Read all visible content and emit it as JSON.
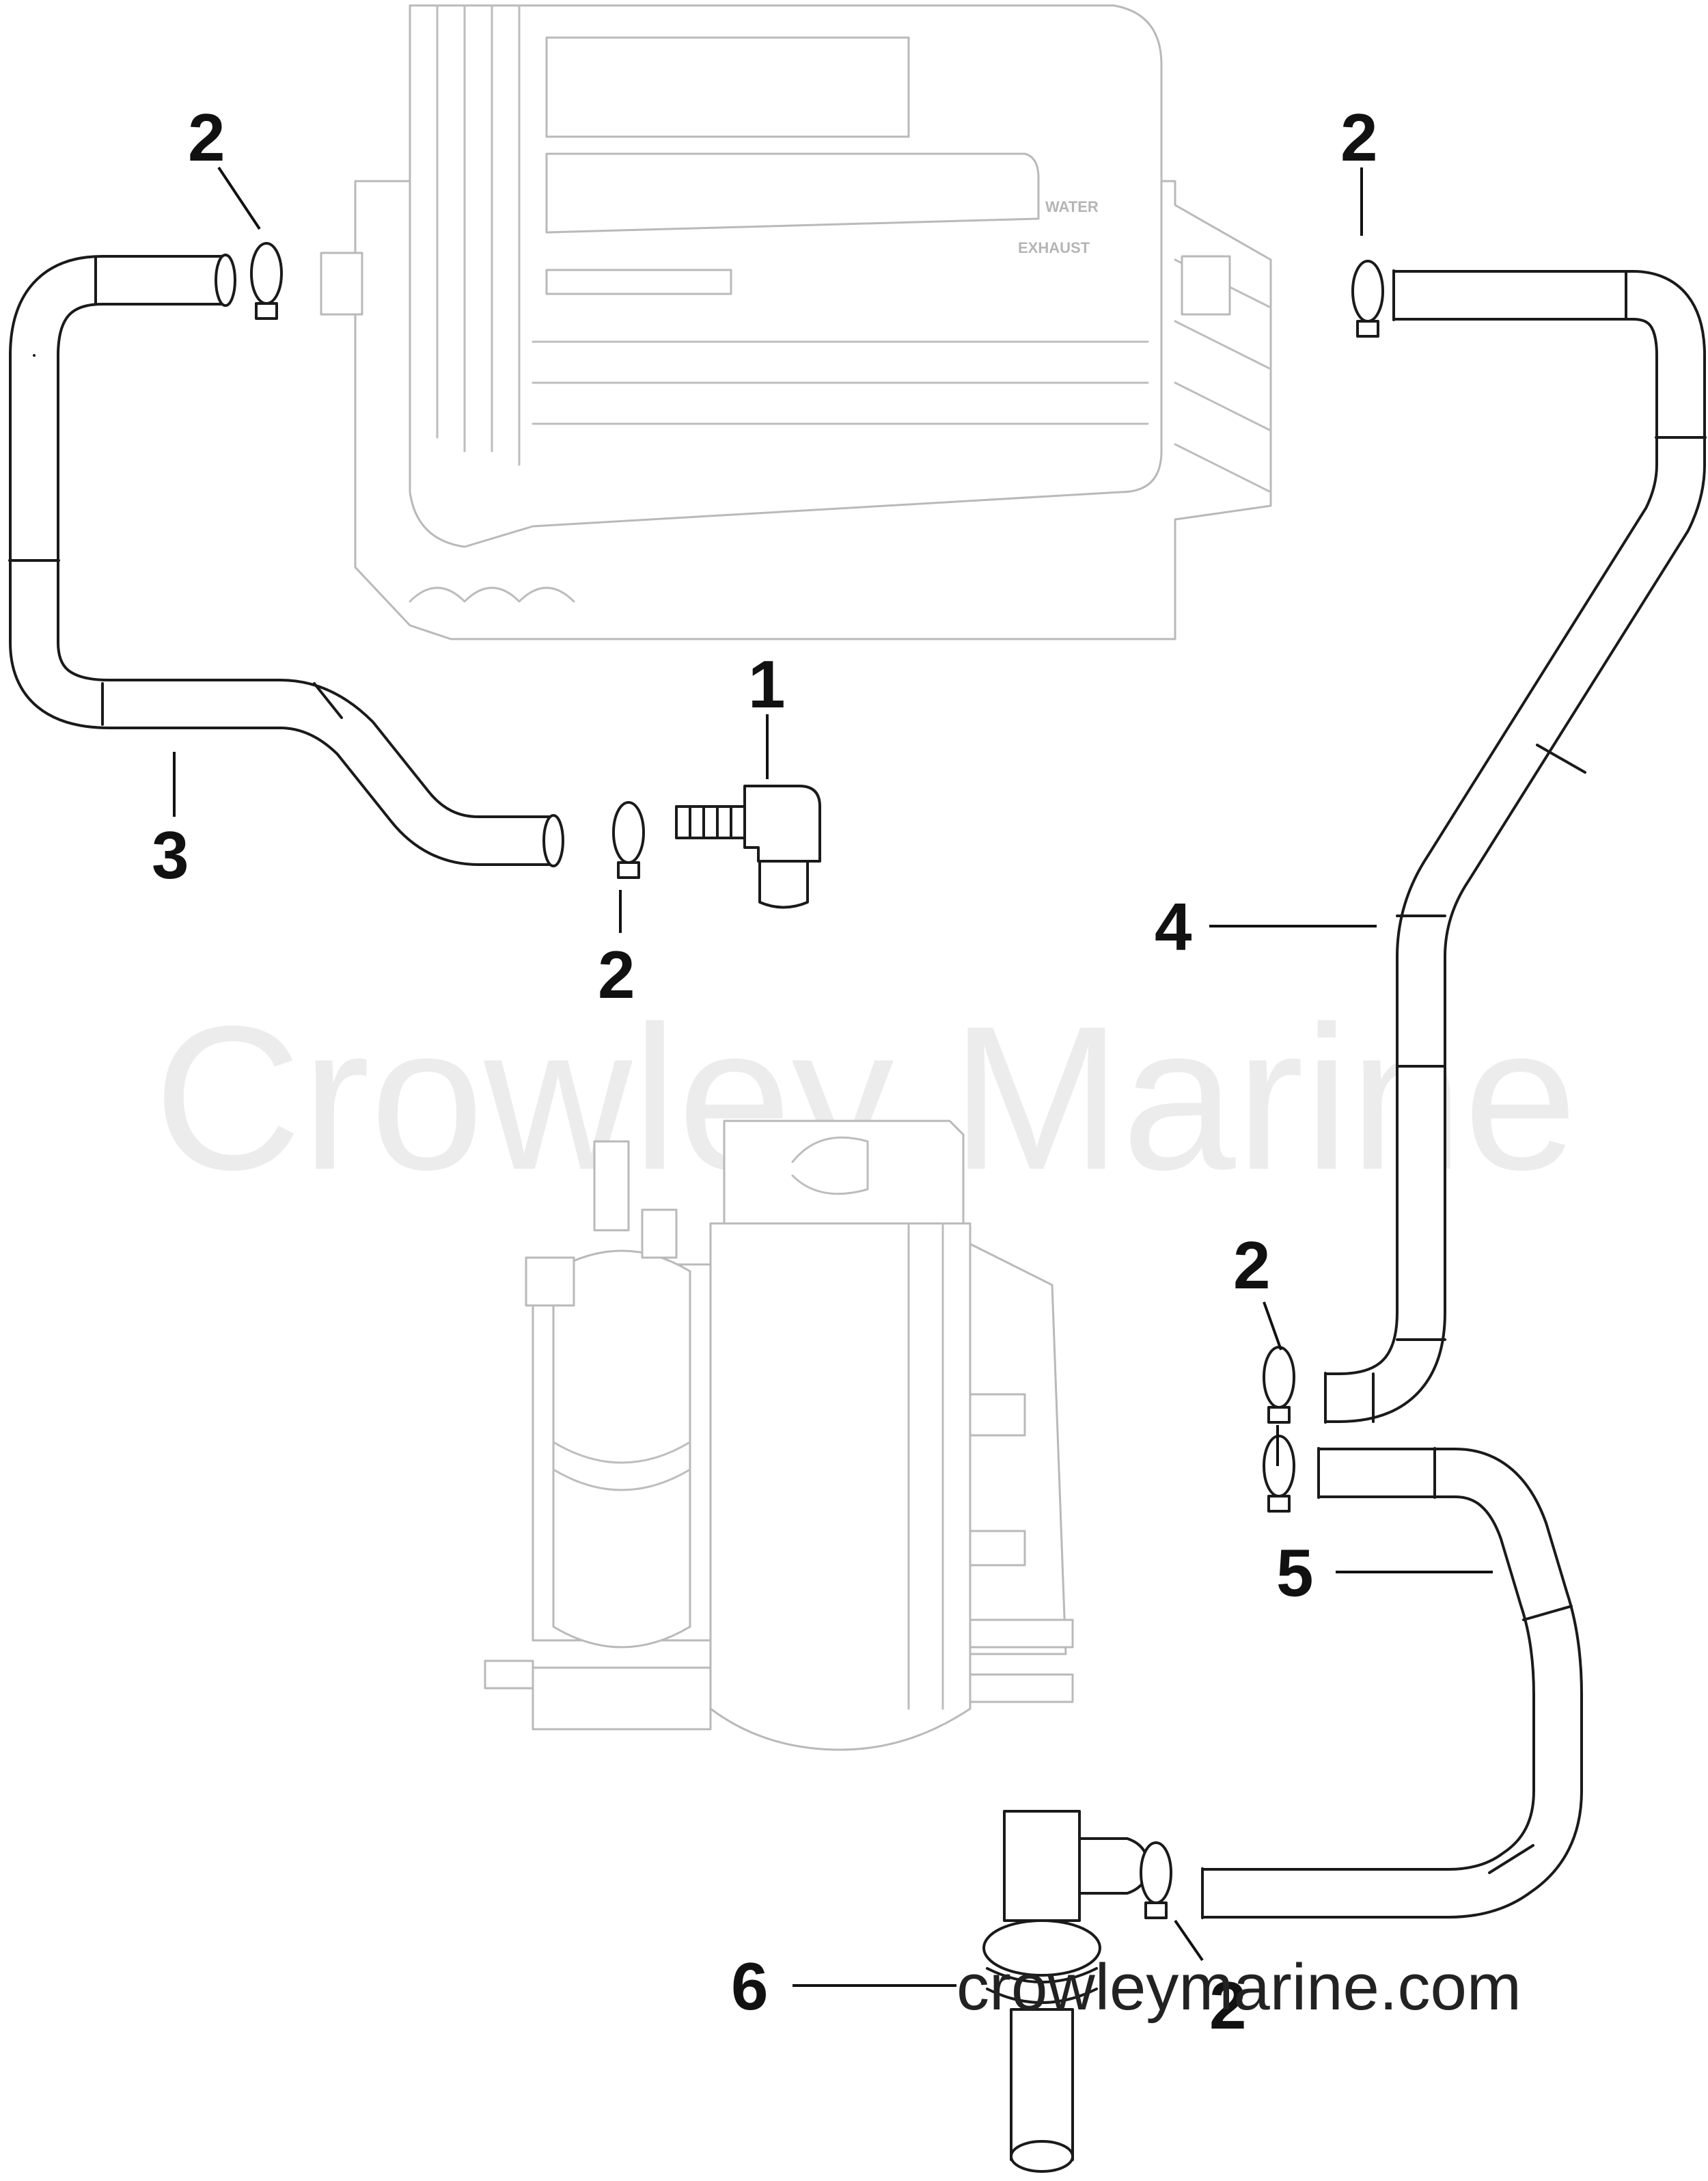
{
  "callouts": {
    "fitting_elbow": "1",
    "clamp": "2",
    "hose_left": "3",
    "hose_long": "4",
    "hose_lower": "5",
    "fitting_tee": "6"
  },
  "module_labels": {
    "water": "WATER",
    "exhaust": "EXHAUST"
  },
  "watermark": "Crowley Marine",
  "website": "crowleymarine.com",
  "colors": {
    "line": "#1a1a1a",
    "ghost": "#b9b9b9",
    "watermark": "#ececec"
  },
  "icons": [
    "hose-clamp-icon",
    "elbow-fitting-icon",
    "tee-fitting-icon"
  ]
}
